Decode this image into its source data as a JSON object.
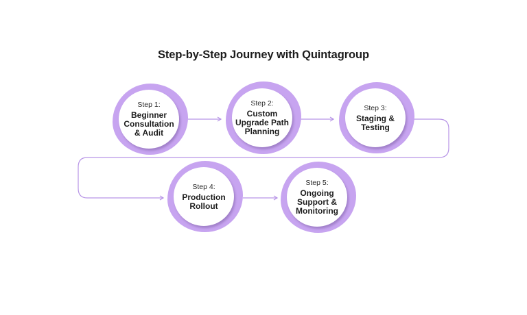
{
  "title": "Step-by-Step Journey with Quintagroup",
  "colors": {
    "blob": "#c7a4f0",
    "connector": "#b794e6"
  },
  "steps": [
    {
      "number": "Step 1:",
      "name": "Beginner Consultation & Audit"
    },
    {
      "number": "Step 2:",
      "name": "Custom Upgrade Path Planning"
    },
    {
      "number": "Step 3:",
      "name": "Staging & Testing"
    },
    {
      "number": "Step 4:",
      "name": "Production Rollout"
    },
    {
      "number": "Step 5:",
      "name": "Ongoing Support & Monitoring"
    }
  ]
}
